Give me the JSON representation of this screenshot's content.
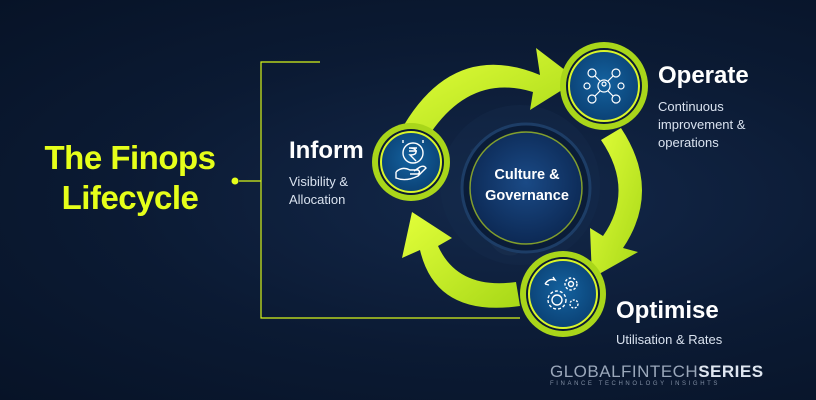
{
  "title": {
    "line1": "The Finops",
    "line2": "Lifecycle"
  },
  "center": {
    "line1": "Culture &",
    "line2": "Governance"
  },
  "stages": {
    "inform": {
      "name": "Inform",
      "desc1": "Visibility &",
      "desc2": "Allocation"
    },
    "operate": {
      "name": "Operate",
      "desc1": "Continuous",
      "desc2": "improvement &",
      "desc3": "operations"
    },
    "optimise": {
      "name": "Optimise",
      "desc1": "Utilisation & Rates"
    }
  },
  "logo": {
    "part1": "GLOBAL",
    "part2": "FINTECH",
    "part3": "SERIES",
    "tagline": "FINANCE TECHNOLOGY INSIGHTS"
  },
  "colors": {
    "background": "#0b1a33",
    "accent": "#e6ff1a",
    "arrow": "#c8ee1e",
    "node_fill": "#0c4f8a",
    "center_fill": "#0f3160"
  }
}
